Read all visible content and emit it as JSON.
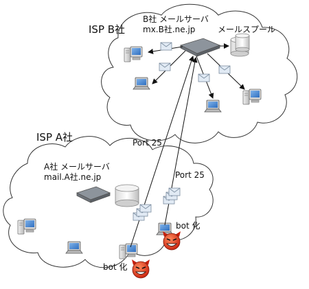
{
  "isp_b": {
    "title": "ISP B社",
    "server_name": "B社 メールサーバ",
    "server_host": "mx.B社.ne.jp",
    "spool_label": "メールスプール"
  },
  "isp_a": {
    "title": "ISP A社",
    "server_name": "A社 メールサーバ",
    "server_host": "mail.A社.ne.jp"
  },
  "ports": {
    "left": "Port 25",
    "right": "Port 25"
  },
  "bots": {
    "upper": "bot 化",
    "lower": "bot 化"
  },
  "colors": {
    "cloud_stroke": "#333333",
    "line": "#111111",
    "envelope": "#dfe9f3",
    "bot_face": "#e03a1e"
  }
}
